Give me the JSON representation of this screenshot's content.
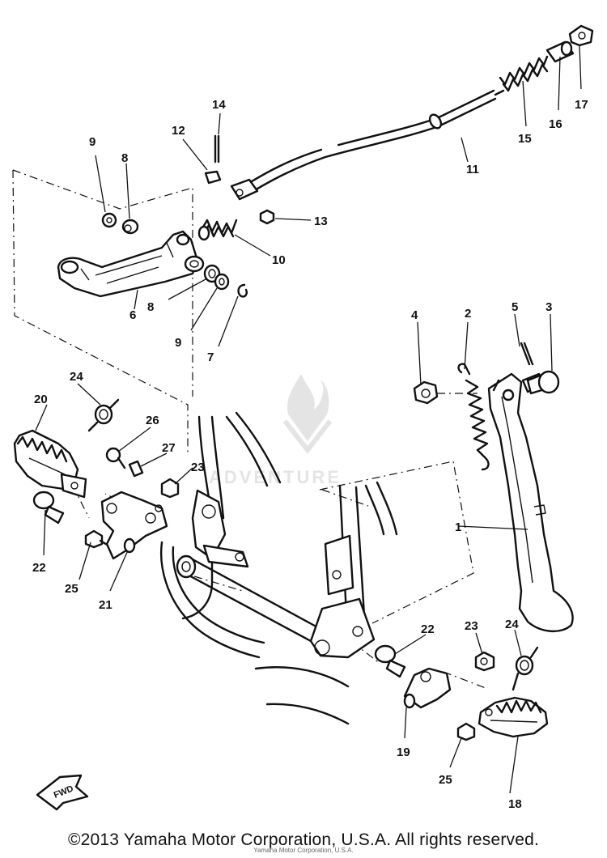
{
  "diagram": {
    "callouts": {
      "c1": "1",
      "c2": "2",
      "c3": "3",
      "c4": "4",
      "c5": "5",
      "c6": "6",
      "c7": "7",
      "c8a": "8",
      "c8b": "8",
      "c9a": "9",
      "c9b": "9",
      "c10": "10",
      "c11": "11",
      "c12": "12",
      "c13": "13",
      "c14": "14",
      "c15": "15",
      "c16": "16",
      "c17": "17",
      "c18": "18",
      "c19": "19",
      "c20": "20",
      "c21": "21",
      "c22a": "22",
      "c22b": "22",
      "c23a": "23",
      "c23b": "23",
      "c24a": "24",
      "c24b": "24",
      "c25a": "25",
      "c25b": "25",
      "c26": "26",
      "c27": "27"
    },
    "fwd_label": "FWD",
    "watermark": "ADVENTURE"
  },
  "footer": {
    "copyright": "©2013 Yamaha Motor Corporation, U.S.A. All rights reserved.",
    "source_note": "Yamaha Motor Corporation, U.S.A."
  },
  "colors": {
    "ink": "#111111",
    "paper": "#ffffff",
    "watermark": "#cfcfcf"
  }
}
